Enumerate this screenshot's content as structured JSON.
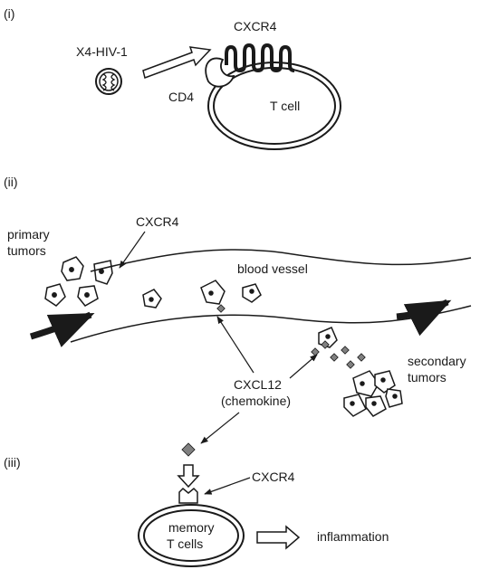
{
  "panels": {
    "i": "(i)",
    "ii": "(ii)",
    "iii": "(iii)"
  },
  "panel_i": {
    "virus_label": "X4-HIV-1",
    "receptor_label": "CXCR4",
    "coreceptor_label": "CD4",
    "cell_label": "T cell"
  },
  "panel_ii": {
    "primary_tumors_line1": "primary",
    "primary_tumors_line2": "tumors",
    "cxcr4_label": "CXCR4",
    "vessel_label": "blood vessel",
    "chemokine_line1": "CXCL12",
    "chemokine_line2": "(chemokine)",
    "secondary_tumors_line1": "secondary",
    "secondary_tumors_line2": "tumors"
  },
  "panel_iii": {
    "cxcr4_label": "CXCR4",
    "cell_line1": "memory",
    "cell_line2": "T cells",
    "outcome_label": "inflammation"
  },
  "colors": {
    "ink": "#1a1a1a",
    "chemokine": "#808080",
    "background": "#ffffff"
  }
}
